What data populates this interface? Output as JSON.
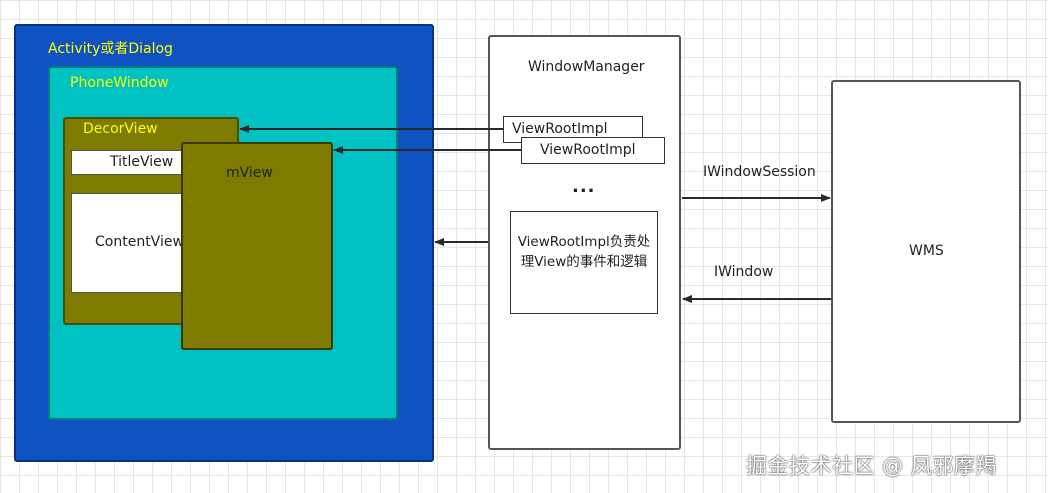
{
  "diagram": {
    "activity_label": "Activity或者Dialog",
    "phonewindow_label": "PhoneWindow",
    "decorview_label": "DecorView",
    "titleview_label": "TitleView",
    "contentview_label": "ContentView",
    "mview_label": "mView",
    "windowmanager_label": "WindowManager",
    "viewrootimpl_1_label": "ViewRootImpl",
    "viewrootimpl_2_label": "ViewRootImpl",
    "ellipsis": "...",
    "viewrootimpl_desc": "ViewRootImpl负责处理View的事件和逻辑",
    "wms_label": "WMS",
    "iwindowsession_label": "IWindowSession",
    "iwindow_label": "IWindow"
  },
  "watermark": "掘金技术社区 @ 凤邪摩羯",
  "colors": {
    "activity_fill": "#0f52c2",
    "phonewindow_fill": "#00c2c2",
    "view_fill": "#7d7c00",
    "label_yellow": "#ffff00"
  }
}
